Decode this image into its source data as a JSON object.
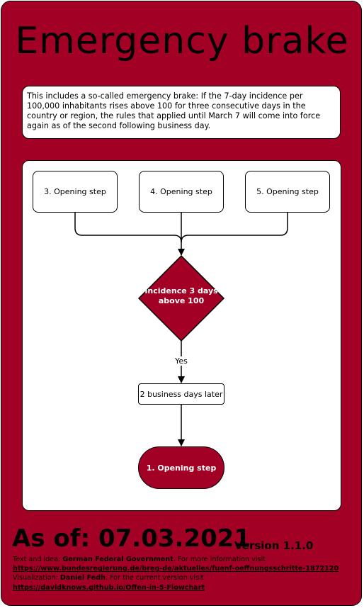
{
  "title": "Emergency brake",
  "intro": "This includes a so-called emergency brake: If the 7-day incidence per 100,000 inhabitants rises above 100 for three consecutive days in the country or region, the rules that applied until March 7 will come into force again as of the second following business day.",
  "flow": {
    "steps": [
      "3. Opening step",
      "4. Opening step",
      "5. Opening step"
    ],
    "decision": "Incidence 3 days above 100",
    "yes_label": "Yes",
    "delay": "2 business days later",
    "result": "1. Opening step"
  },
  "colors": {
    "background": "#a20025",
    "panel": "#ffffff",
    "stroke": "#000000"
  },
  "footer": {
    "as_of": "As of: 07.03.2021",
    "version": "Version 1.1.0",
    "text_prefix": "Text and idea: ",
    "text_author": "German Federal Government",
    "text_suffix": ". For more information visit",
    "info_link": "https://www.bundesregierung.de/breg-de/aktuelles/fuenf-oeffnungsschritte-1872120",
    "viz_prefix": "Visualization: ",
    "viz_author": "Daniel Fedh",
    "viz_suffix": ". For the current version visit",
    "version_link": "https://davidknows.github.io/Offen-in-5-Flowchart"
  }
}
